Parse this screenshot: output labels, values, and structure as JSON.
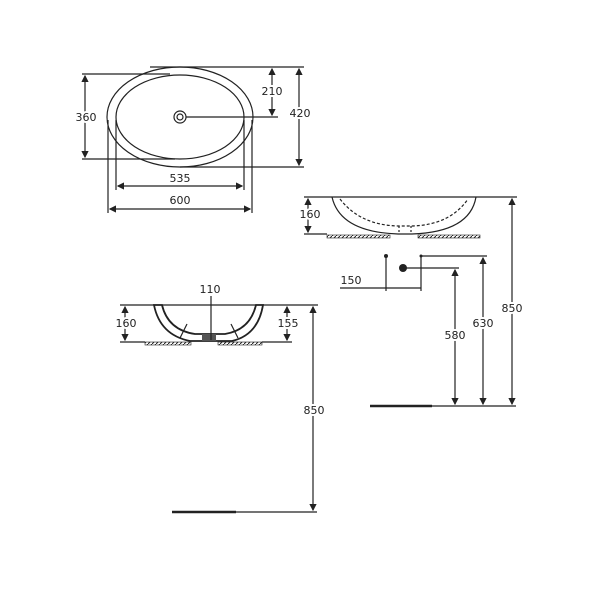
{
  "top_view": {
    "dim_inner_depth": "360",
    "dim_drain_offset": "210",
    "dim_outer_depth": "420",
    "dim_inner_width": "535",
    "dim_outer_width": "600"
  },
  "front_view": {
    "dim_height": "160",
    "dim_pipe_spacing": "150",
    "dim_waste_height": "580",
    "dim_supply_height": "630",
    "dim_total_height": "850"
  },
  "side_view": {
    "dim_drain_width": "110",
    "dim_height_left": "160",
    "dim_height_right": "155",
    "dim_total_height": "850"
  },
  "colors": {
    "line": "#222222",
    "background": "#ffffff"
  }
}
